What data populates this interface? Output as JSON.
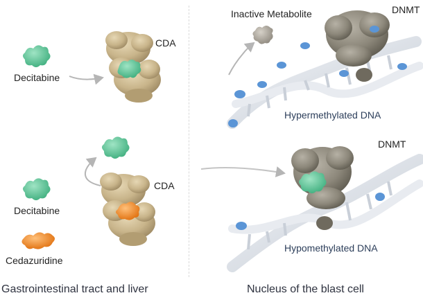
{
  "left_panel": {
    "top": {
      "drug_label": "Decitabine",
      "enzyme_label": "CDA"
    },
    "bottom": {
      "drug_label": "Decitabine",
      "inhibitor_label": "Cedazuridine",
      "enzyme_label": "CDA"
    },
    "caption": "Gastrointestinal tract and liver"
  },
  "right_panel": {
    "top": {
      "metabolite_label": "Inactive Metabolite",
      "enzyme_label": "DNMT",
      "dna_label": "Hypermethylated DNA"
    },
    "bottom": {
      "enzyme_label": "DNMT",
      "dna_label": "Hypomethylated DNA"
    },
    "caption": "Nucleus of the blast cell"
  },
  "colors": {
    "decitabine": "#5fc59a",
    "cedazuridine": "#f08a24",
    "cda_enzyme": "#c8b48a",
    "dnmt_enzyme": "#8c877a",
    "dna_strand": "#d8dde4",
    "methyl_mark": "#5b95d6",
    "metabolite": "#a9a49b"
  }
}
